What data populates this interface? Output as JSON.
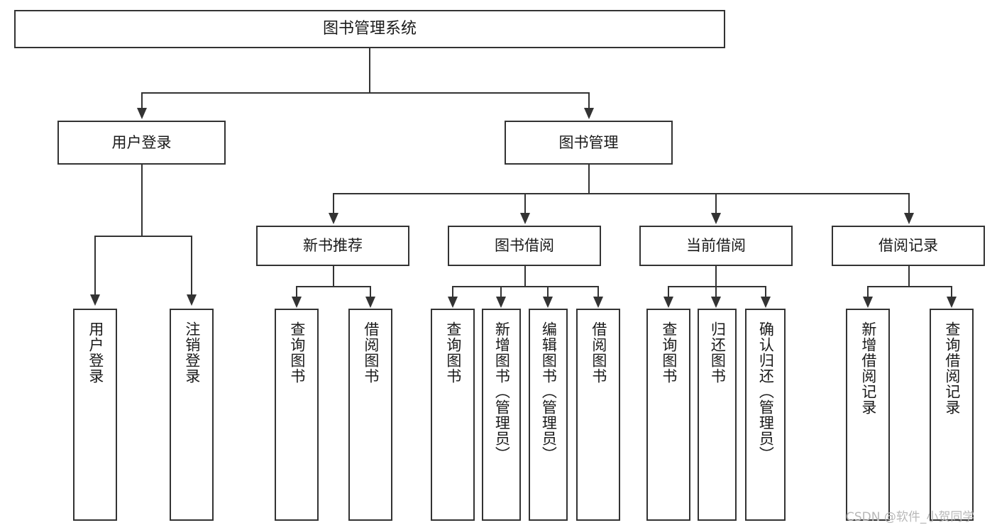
{
  "diagram": {
    "type": "tree-hierarchy-chart",
    "title": "图书管理系统",
    "root": {
      "label": "图书管理系统"
    },
    "level1": [
      {
        "id": "user-login",
        "label": "用户登录"
      },
      {
        "id": "book-management",
        "label": "图书管理"
      }
    ],
    "level2": [
      {
        "id": "new-book-recommend",
        "label": "新书推荐",
        "parent": "book-management"
      },
      {
        "id": "book-borrow",
        "label": "图书借阅",
        "parent": "book-management"
      },
      {
        "id": "current-borrow",
        "label": "当前借阅",
        "parent": "book-management"
      },
      {
        "id": "borrow-record",
        "label": "借阅记录",
        "parent": "book-management"
      }
    ],
    "leaves": [
      {
        "id": "leaf-user-login",
        "label": "用户登录",
        "parent": "user-login"
      },
      {
        "id": "leaf-logout",
        "label": "注销登录",
        "parent": "user-login"
      },
      {
        "id": "leaf-query-book-1",
        "label": "查询图书",
        "parent": "new-book-recommend"
      },
      {
        "id": "leaf-borrow-book-1",
        "label": "借阅图书",
        "parent": "new-book-recommend"
      },
      {
        "id": "leaf-query-book-2",
        "label": "查询图书",
        "parent": "book-borrow"
      },
      {
        "id": "leaf-add-book",
        "label": "新增图书（管理员）",
        "parent": "book-borrow"
      },
      {
        "id": "leaf-edit-book",
        "label": "编辑图书（管理员）",
        "parent": "book-borrow"
      },
      {
        "id": "leaf-borrow-book-2",
        "label": "借阅图书",
        "parent": "book-borrow"
      },
      {
        "id": "leaf-query-book-3",
        "label": "查询图书",
        "parent": "current-borrow"
      },
      {
        "id": "leaf-return-book",
        "label": "归还图书",
        "parent": "current-borrow"
      },
      {
        "id": "leaf-confirm-return",
        "label": "确认归还（管理员）",
        "parent": "current-borrow"
      },
      {
        "id": "leaf-add-record",
        "label": "新增借阅记录",
        "parent": "borrow-record"
      },
      {
        "id": "leaf-query-record",
        "label": "查询借阅记录",
        "parent": "borrow-record"
      }
    ],
    "watermark": "CSDN @软件_小贺同学",
    "colors": {
      "stroke": "#333333",
      "fill": "#ffffff",
      "text": "#1a1a1a",
      "watermark": "#b8b8b8"
    }
  }
}
